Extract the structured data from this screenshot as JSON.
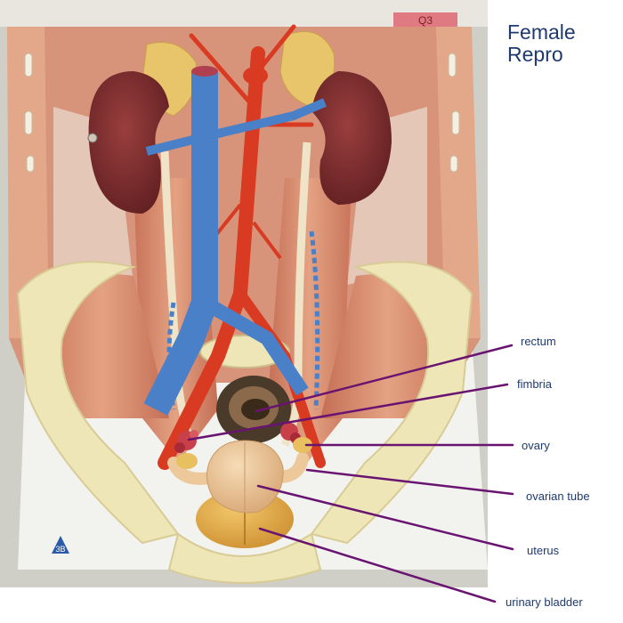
{
  "title": {
    "line1": "Female",
    "line2": "Repro"
  },
  "tag": "Q3",
  "logo_text": "3B",
  "labels": [
    {
      "id": "rectum",
      "text": "rectum"
    },
    {
      "id": "fimbria",
      "text": "fimbria"
    },
    {
      "id": "ovary",
      "text": "ovary"
    },
    {
      "id": "ovarian-tube",
      "text": "ovarian tube"
    },
    {
      "id": "uterus",
      "text": "uterus"
    },
    {
      "id": "urinary-bladder",
      "text": "urinary bladder"
    }
  ],
  "colors": {
    "label_text": "#1f3a6e",
    "leader_line": "#6a1472",
    "muscle": "#d98a6c",
    "kidney": "#7a2a2a",
    "vein": "#4a80c8",
    "artery": "#d83a22",
    "bone": "#efe6b8",
    "uterus": "#ecc89a",
    "bladder": "#e8b04a"
  }
}
